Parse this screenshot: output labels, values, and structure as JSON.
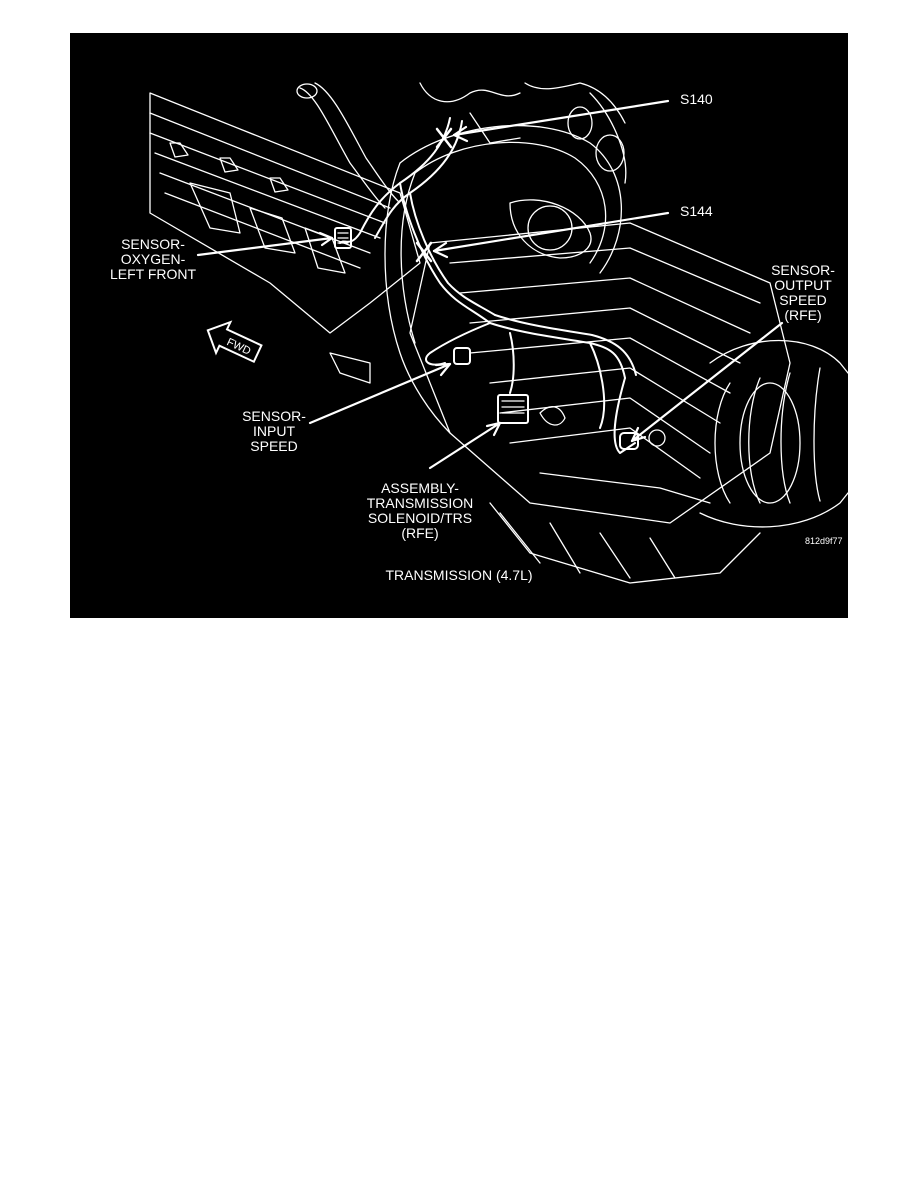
{
  "figure": {
    "callouts": {
      "s140": "S140",
      "s144": "S144",
      "oxygen_sensor": [
        "SENSOR-",
        "OXYGEN-",
        "LEFT FRONT"
      ],
      "output_speed": [
        "SENSOR-",
        "OUTPUT",
        "SPEED",
        "(RFE)"
      ],
      "input_speed": [
        "SENSOR-",
        "INPUT",
        "SPEED"
      ],
      "solenoid_assembly": [
        "ASSEMBLY-",
        "TRANSMISSION",
        "SOLENOID/TRS",
        "(RFE)"
      ]
    },
    "fwd_arrow": "FWD",
    "figure_id": "812d9f77",
    "caption": "TRANSMISSION (4.7L)",
    "colors": {
      "background": "#000000",
      "line": "#ffffff",
      "page": "#ffffff"
    }
  }
}
